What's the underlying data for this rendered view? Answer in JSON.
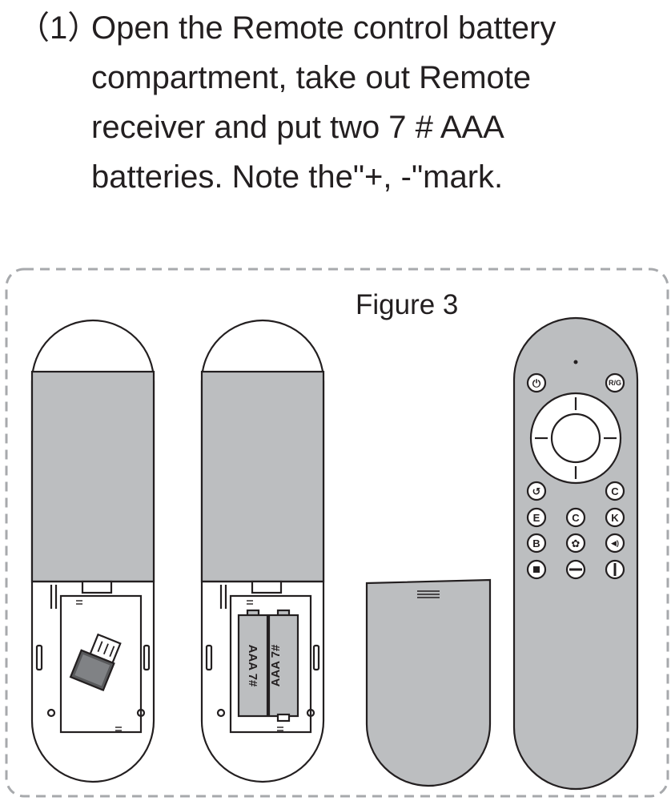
{
  "instruction": {
    "step_number": "（1）",
    "lines": [
      "Open the Remote control battery",
      "compartment, take out Remote",
      "receiver and put two 7 # AAA",
      "batteries. Note the\"+, -\"mark."
    ]
  },
  "figure": {
    "title": "Figure 3",
    "battery_labels": [
      "AAA 7#",
      "AAA 7#"
    ],
    "remote_buttons": {
      "power_glyph": "⏻",
      "rg_label": "R/G",
      "back_glyph": "↺",
      "refresh_glyph": "C",
      "e_label": "E",
      "c_label": "C",
      "k_label": "K",
      "b_label": "B",
      "fan_glyph": "✿",
      "speaker_glyph": "◀)",
      "stop_glyph": "■"
    },
    "colors": {
      "line": "#231f20",
      "fill_gray": "#bcbec0",
      "dash_border": "#a7a9ac",
      "dpad_fill": "#ffffff"
    }
  }
}
